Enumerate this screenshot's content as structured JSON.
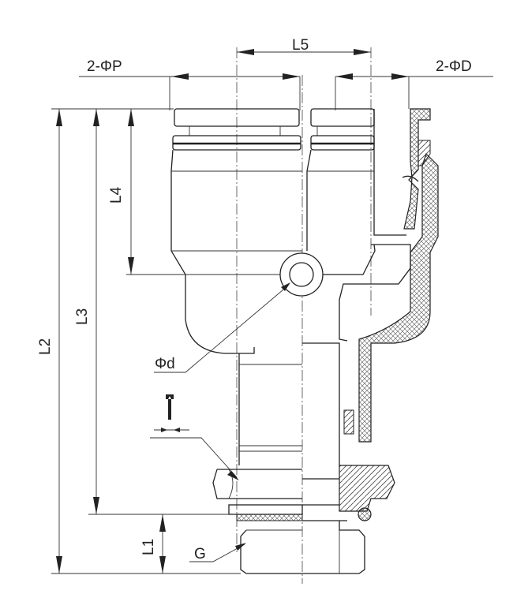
{
  "drawing": {
    "type": "pneumatic union Y push-in fitting with male thread, section view",
    "dimensions": {
      "L5": "L5",
      "P": "2-ΦP",
      "D": "2-ΦD",
      "L4": "L4",
      "L3": "L3",
      "L2": "L2",
      "L1": "L1",
      "d": "Φd",
      "G": "G"
    },
    "icons": [
      "wrench-icon"
    ]
  }
}
